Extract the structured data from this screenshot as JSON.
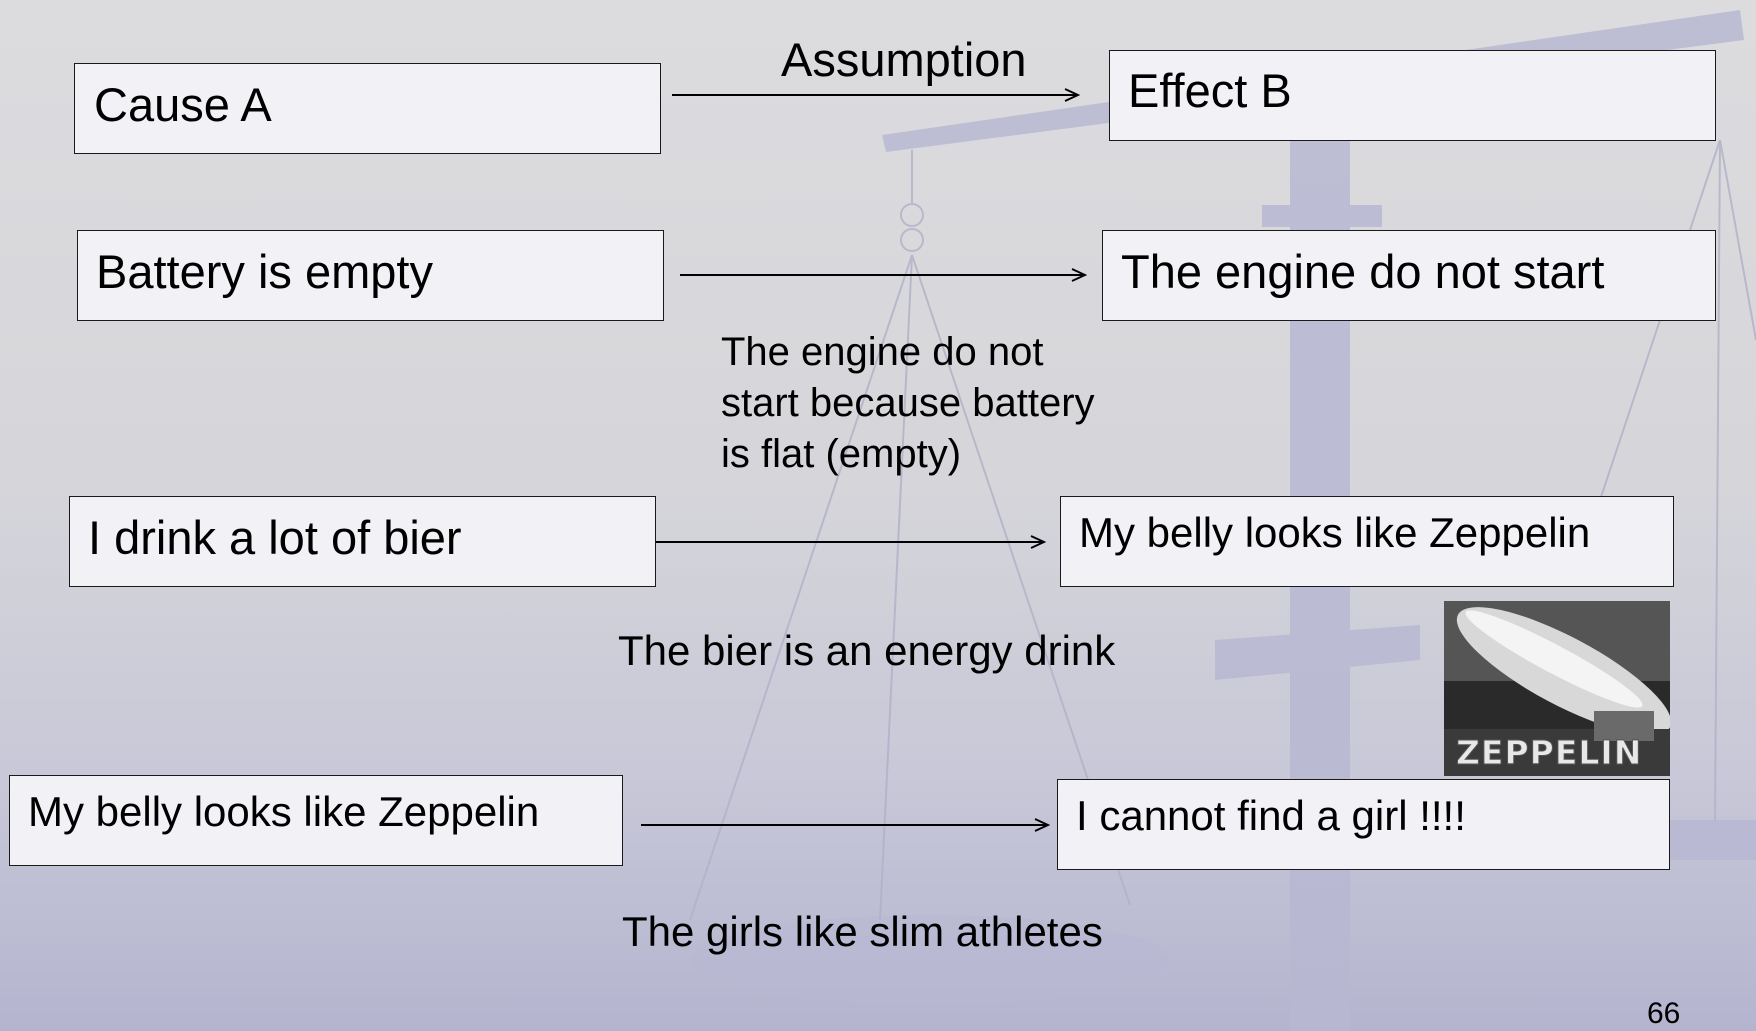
{
  "rows": [
    {
      "cause": "Cause A",
      "effect": "Effect B",
      "assumption": "Assumption"
    },
    {
      "cause": "Battery is empty",
      "effect": "The engine do not  start",
      "assumption_lines": [
        "The engine do not",
        "start because battery",
        "is flat (empty)"
      ]
    },
    {
      "cause": "I drink a lot of bier",
      "effect": "My belly looks like Zeppelin",
      "assumption": "The bier is an energy drink"
    },
    {
      "cause": "My belly looks like Zeppelin",
      "effect": "I cannot find a girl !!!!",
      "assumption": "The girls like slim athletes"
    }
  ],
  "image_label": "ZEPPELIN",
  "page_number": "66"
}
